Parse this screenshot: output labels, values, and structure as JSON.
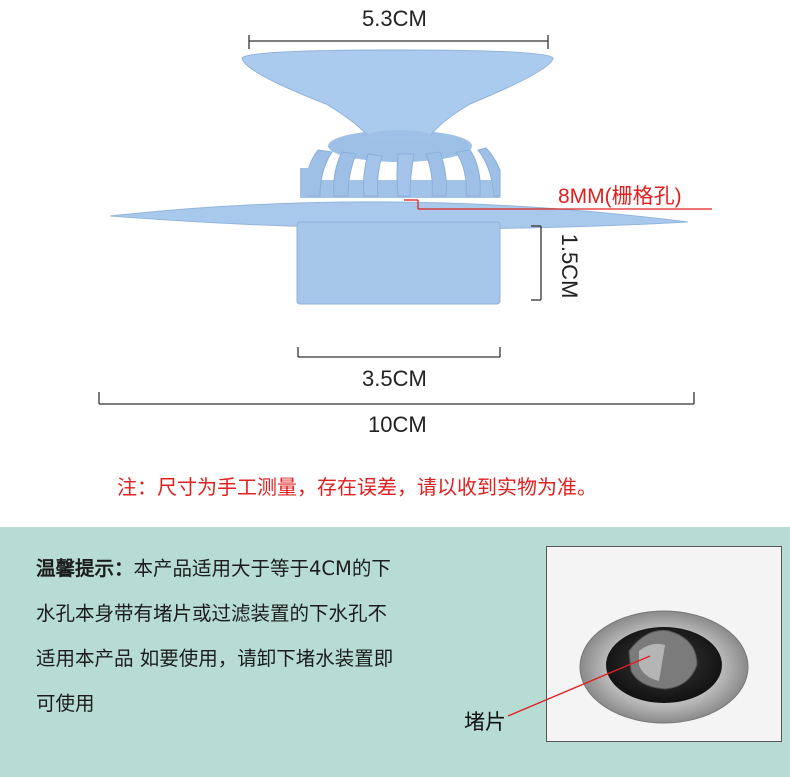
{
  "dimensions": {
    "top_width": "5.3CM",
    "grid_hole": "8MM(栅格孔)",
    "height": "1.5CM",
    "stem_width": "3.5CM",
    "total_width": "10CM"
  },
  "note": "注：尺寸为手工测量，存在误差，请以收到实物为准。",
  "tip": {
    "title": "温馨提示：",
    "lines": [
      "本产品适用大于等于4CM的下",
      "水孔本身带有堵片或过滤装置的下水孔不",
      "适用本产品 如要使用，请卸下堵水装置即",
      "可使用"
    ]
  },
  "photo_label": "堵片",
  "colors": {
    "product_blue": "#a9c9ec",
    "panel": "#b7dcd4",
    "note_red": "#e02020"
  }
}
